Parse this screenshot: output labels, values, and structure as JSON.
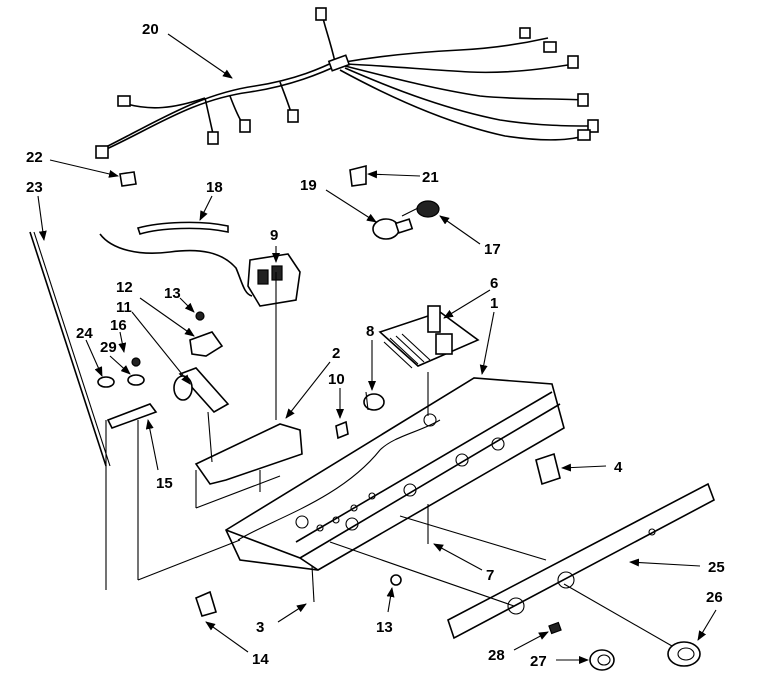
{
  "callouts": [
    {
      "id": "20",
      "text": "20"
    },
    {
      "id": "22",
      "text": "22"
    },
    {
      "id": "23",
      "text": "23"
    },
    {
      "id": "18",
      "text": "18"
    },
    {
      "id": "21",
      "text": "21"
    },
    {
      "id": "19",
      "text": "19"
    },
    {
      "id": "17",
      "text": "17"
    },
    {
      "id": "9",
      "text": "9"
    },
    {
      "id": "6",
      "text": "6"
    },
    {
      "id": "1",
      "text": "1"
    },
    {
      "id": "12",
      "text": "12"
    },
    {
      "id": "13a",
      "text": "13"
    },
    {
      "id": "11",
      "text": "11"
    },
    {
      "id": "16",
      "text": "16"
    },
    {
      "id": "24",
      "text": "24"
    },
    {
      "id": "29",
      "text": "29"
    },
    {
      "id": "8",
      "text": "8"
    },
    {
      "id": "2",
      "text": "2"
    },
    {
      "id": "10",
      "text": "10"
    },
    {
      "id": "15",
      "text": "15"
    },
    {
      "id": "4",
      "text": "4"
    },
    {
      "id": "7",
      "text": "7"
    },
    {
      "id": "25",
      "text": "25"
    },
    {
      "id": "26",
      "text": "26"
    },
    {
      "id": "3",
      "text": "3"
    },
    {
      "id": "13b",
      "text": "13"
    },
    {
      "id": "14",
      "text": "14"
    },
    {
      "id": "28",
      "text": "28"
    },
    {
      "id": "27",
      "text": "27"
    }
  ]
}
